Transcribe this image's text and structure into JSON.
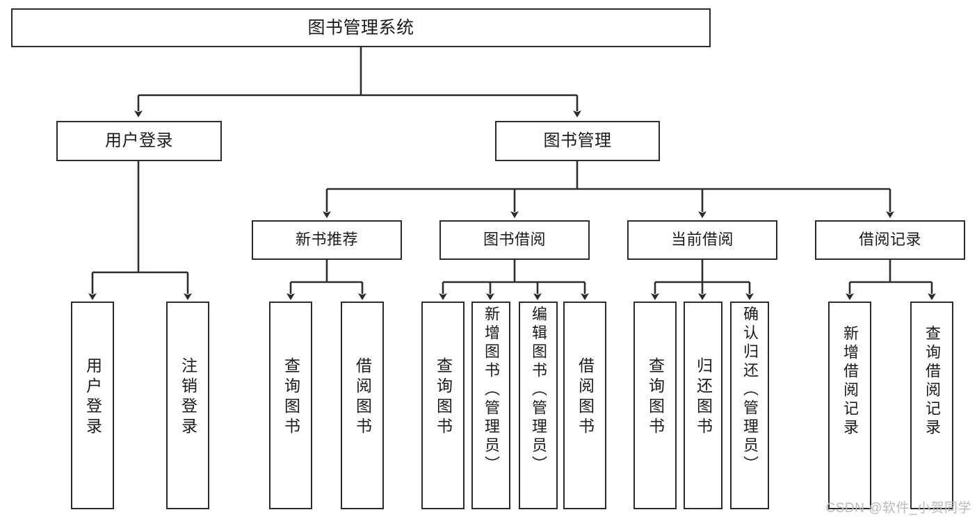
{
  "diagram": {
    "title": "图书管理系统",
    "type": "tree-hierarchy-diagram",
    "watermark": "CSDN @软件_小贺同学",
    "colors": {
      "box_border": "#2b2b2b",
      "box_fill": "#ffffff",
      "connector": "#2b2b2b",
      "text": "#1a1a1a",
      "watermark": "#b9b9b9",
      "background": "#ffffff"
    },
    "root": {
      "id": "root",
      "label": "图书管理系统"
    },
    "level1": [
      {
        "id": "user-login",
        "label": "用户登录"
      },
      {
        "id": "book-management",
        "label": "图书管理"
      }
    ],
    "level2": [
      {
        "id": "new-book-recommend",
        "label": "新书推荐",
        "parent": "book-management"
      },
      {
        "id": "book-borrow",
        "label": "图书借阅",
        "parent": "book-management"
      },
      {
        "id": "current-borrow",
        "label": "当前借阅",
        "parent": "book-management"
      },
      {
        "id": "borrow-record",
        "label": "借阅记录",
        "parent": "book-management"
      }
    ],
    "leaves": [
      {
        "id": "leaf-user-login",
        "label": "用户登录",
        "parent": "user-login"
      },
      {
        "id": "leaf-logout",
        "label": "注销登录",
        "parent": "user-login"
      },
      {
        "id": "leaf-query-book-1",
        "label": "查询图书",
        "parent": "new-book-recommend"
      },
      {
        "id": "leaf-borrow-book-1",
        "label": "借阅图书",
        "parent": "new-book-recommend"
      },
      {
        "id": "leaf-query-book-2",
        "label": "查询图书",
        "parent": "book-borrow"
      },
      {
        "id": "leaf-add-book",
        "label": "新增图书（管理员）",
        "parent": "book-borrow"
      },
      {
        "id": "leaf-edit-book",
        "label": "编辑图书（管理员）",
        "parent": "book-borrow"
      },
      {
        "id": "leaf-borrow-book-2",
        "label": "借阅图书",
        "parent": "book-borrow"
      },
      {
        "id": "leaf-query-book-3",
        "label": "查询图书",
        "parent": "current-borrow"
      },
      {
        "id": "leaf-return-book",
        "label": "归还图书",
        "parent": "current-borrow"
      },
      {
        "id": "leaf-confirm-return",
        "label": "确认归还（管理员）",
        "parent": "current-borrow"
      },
      {
        "id": "leaf-add-record",
        "label": "新增借阅记录",
        "parent": "borrow-record"
      },
      {
        "id": "leaf-query-record",
        "label": "查询借阅记录",
        "parent": "borrow-record"
      }
    ]
  }
}
